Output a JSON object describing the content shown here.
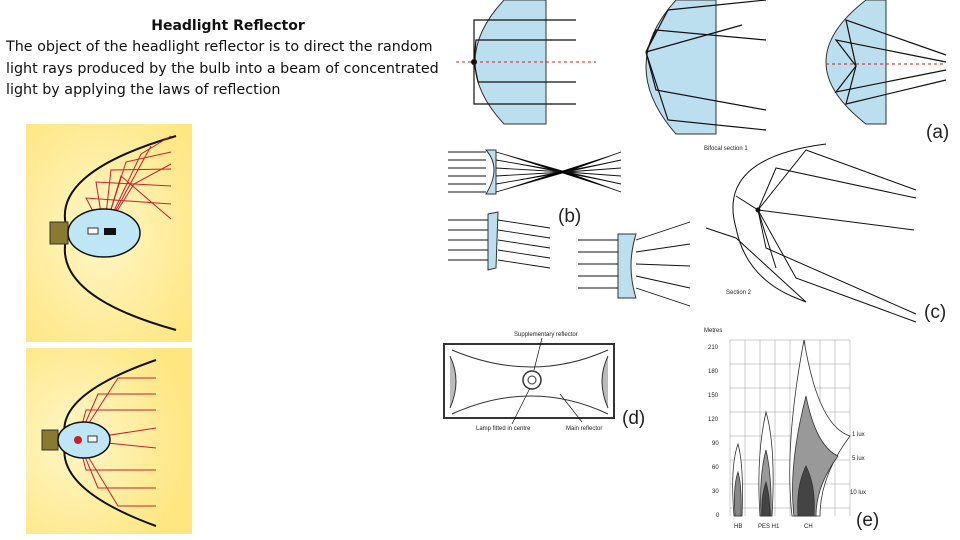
{
  "slide": {
    "title": "Headlight Reflector",
    "body": "The object of the headlight reflector is to direct the random light rays produced by the bulb into a beam of concentrated light by applying the laws of reflection"
  },
  "figures": {
    "a_label": "(a)",
    "b_label": "(b)",
    "c_label": "(c)",
    "d_label": "(d)",
    "e_label": "(e)",
    "c_section1": "Bifocal section 1",
    "c_section2": "Section 2",
    "d_supplementary": "Supplementary reflector",
    "d_lamp": "Lamp fitted in centre",
    "d_main": "Main reflector",
    "e_yaxis_title": "Metres",
    "e_ticks": [
      "210",
      "180",
      "150",
      "120",
      "90",
      "60",
      "30",
      "0"
    ],
    "e_categories": [
      "HB",
      "PES H1",
      "CH"
    ],
    "e_lux": [
      "1 lux",
      "5 lux",
      "10 lux"
    ]
  },
  "colors": {
    "reflector_fill": "#bcdff0",
    "glow": "#ffe98a",
    "bulb": "#bfe6f5",
    "ray": "#c8202a"
  }
}
